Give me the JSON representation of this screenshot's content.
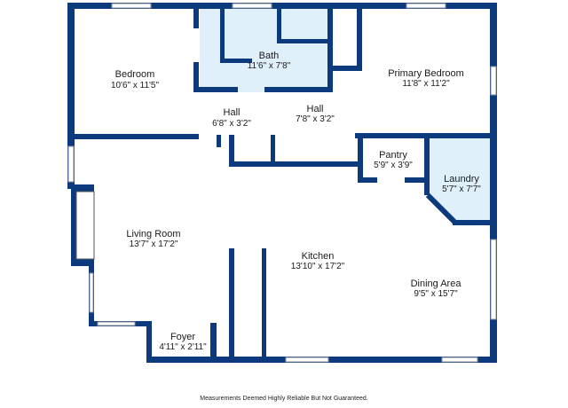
{
  "rooms": {
    "bedroom": {
      "name": "Bedroom",
      "dim": "10'6\" x 11'5\""
    },
    "bath": {
      "name": "Bath",
      "dim": "11'6\" x 7'8\""
    },
    "primary": {
      "name": "Primary Bedroom",
      "dim": "11'8\" x 11'2\""
    },
    "hall1": {
      "name": "Hall",
      "dim": "6'8\" x 3'2\""
    },
    "hall2": {
      "name": "Hall",
      "dim": "7'8\" x 3'2\""
    },
    "pantry": {
      "name": "Pantry",
      "dim": "5'9\" x 3'9\""
    },
    "laundry": {
      "name": "Laundry",
      "dim": "5'7\" x 7'7\""
    },
    "living": {
      "name": "Living Room",
      "dim": "13'7\" x 17'2\""
    },
    "kitchen": {
      "name": "Kitchen",
      "dim": "13'10\" x 17'2\""
    },
    "dining": {
      "name": "Dining Area",
      "dim": "9'5\" x 15'7\""
    },
    "foyer": {
      "name": "Foyer",
      "dim": "4'11\" x 2'11\""
    }
  },
  "colors": {
    "wall": "#0d3a7c",
    "highlight_fill": "#dff0fb",
    "floor": "#ffffff"
  },
  "footer": {
    "disclaimer": "Measurements Deemed Highly Reliable But Not Guaranteed."
  }
}
